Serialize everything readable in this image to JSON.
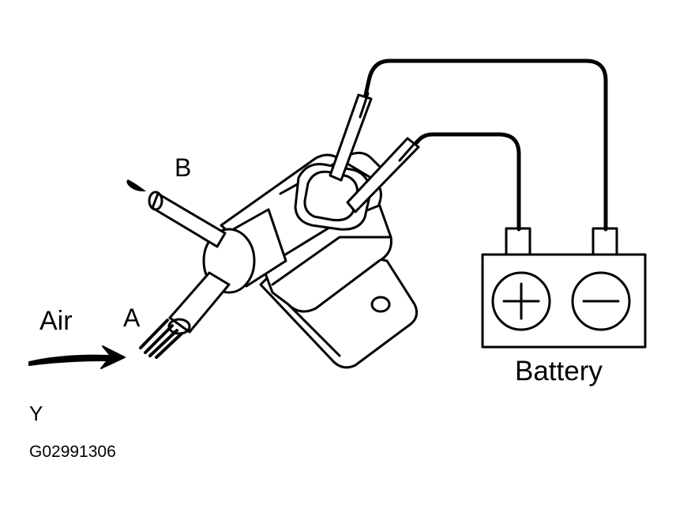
{
  "labels": {
    "port_b": "B",
    "port_a": "A",
    "air": "Air",
    "battery": "Battery",
    "view": "Y",
    "figure_code": "G02991306"
  },
  "battery": {
    "positive_symbol": "+",
    "negative_symbol": "−"
  },
  "colors": {
    "line": "#000000",
    "background": "#ffffff"
  }
}
